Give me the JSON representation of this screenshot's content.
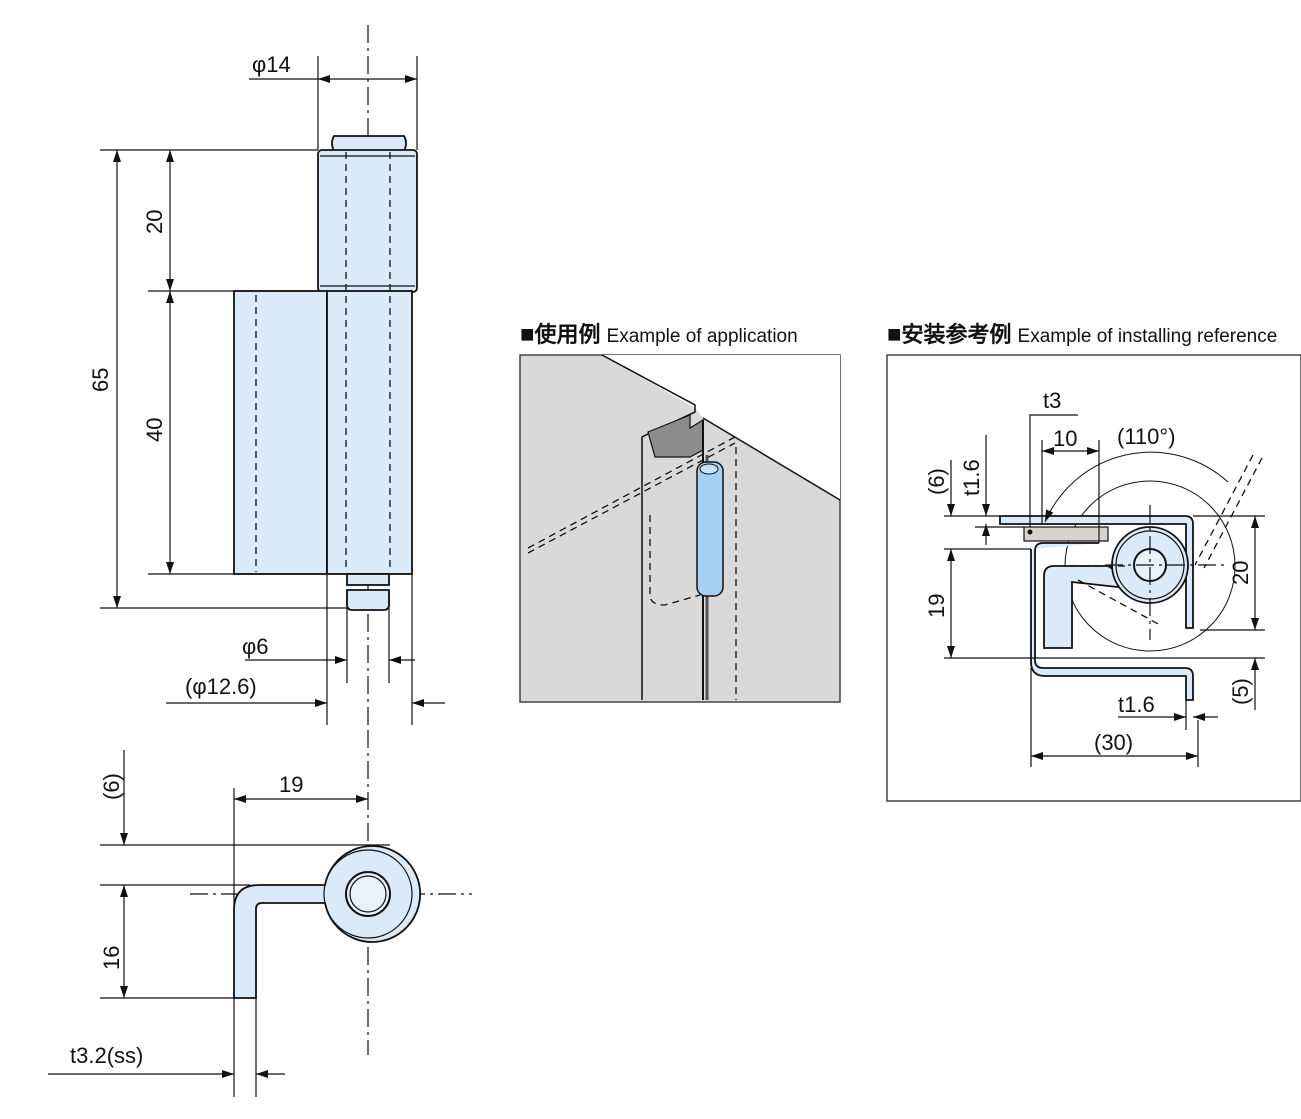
{
  "front_view": {
    "dims": {
      "barrel_diameter": "φ14",
      "overall_height": "65",
      "barrel_length": "20",
      "leaf_height": "40",
      "pin_diameter": "φ6",
      "leaf_barrel_diameter": "(φ12.6)"
    }
  },
  "top_view": {
    "dims": {
      "offset_top": "(6)",
      "leaf_offset": "19",
      "leaf_depth": "16",
      "thickness": "t3.2(ss)"
    }
  },
  "application_panel": {
    "marker": "■",
    "title_jp": "使用例",
    "title_en": "Example of application"
  },
  "installing_panel": {
    "marker": "■",
    "title_jp": "安装参考例",
    "title_en": "Example of installing reference",
    "dims": {
      "gasket_thickness": "t3",
      "gasket_width": "10",
      "open_angle": "(110°)",
      "top_offset": "(6)",
      "door_thickness": "t1.6",
      "frame_depth": "19",
      "barrel_height": "20",
      "bottom_offset": "(5)",
      "frame_thickness": "t1.6",
      "overall_width": "(30)"
    }
  },
  "colors": {
    "part_fill": "#dbeaf8",
    "hinge_blue": "#a7cff0",
    "panel_gray": "#d9d9d9",
    "dark_gray": "#8c8c8c",
    "gasket": "#d8d4cc"
  }
}
